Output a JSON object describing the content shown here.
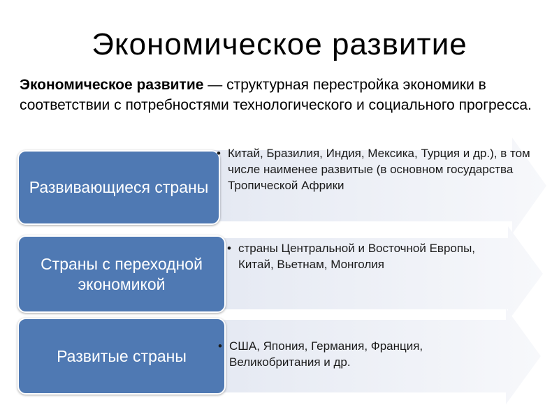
{
  "title": "Экономическое развитие",
  "definition": {
    "term": "Экономическое развитие",
    "text": " — структурная перестройка экономики в соответствии с потребностями технологического и социального прогресса."
  },
  "groups": [
    {
      "label": "Развивающиеся страны",
      "items": [
        "Китай, Бразилия, Индия, Мексика, Турция и др.), в том числе наименее развитые (в основном государства Тропической Африки"
      ]
    },
    {
      "label": "Страны с переходной экономикой",
      "items": [
        "страны Центральной и Восточной Европы, Китай, Вьетнам, Монголия"
      ]
    },
    {
      "label": "Развитые страны",
      "items": [
        "США, Япония, Германия, Франция, Великобритания и др."
      ]
    }
  ],
  "colors": {
    "box": "#4f79b3",
    "arrow_light": "#f3f5fa",
    "arrow_dark": "#cdd5e6"
  }
}
